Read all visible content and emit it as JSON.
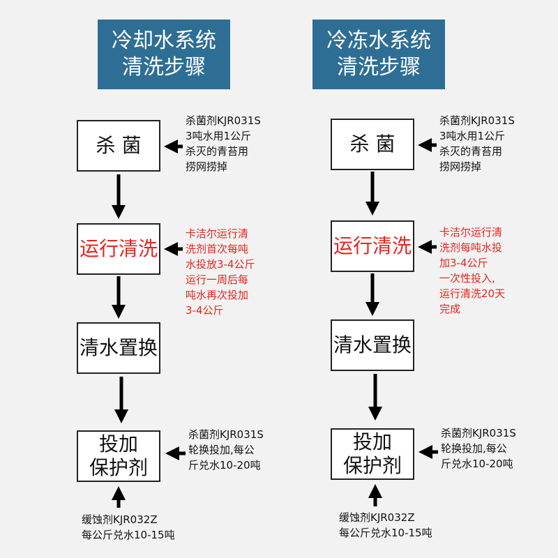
{
  "left": {
    "title": [
      "冷却水系统",
      "清洗步骤"
    ],
    "steps": [
      {
        "label": [
          "杀 菌"
        ],
        "red": false
      },
      {
        "label": [
          "运行清洗"
        ],
        "red": true
      },
      {
        "label": [
          "清水置换"
        ],
        "red": false
      },
      {
        "label": [
          "投加",
          "保护剂"
        ],
        "red": false
      }
    ],
    "notes": [
      [
        "杀菌剂KJR031S",
        "3吨水用1公斤",
        "杀灭的青苔用",
        "捞网捞掉"
      ],
      [
        "卡洁尔运行清",
        "洗剂首次每吨",
        "水投放3-4公斤",
        "运行一周后每",
        "吨水再次投加",
        "3-4公斤"
      ],
      [
        "杀菌剂KJR031S",
        "轮换投加,每公",
        "斤兑水10-20吨"
      ],
      [
        "缓蚀剂KJR032Z",
        "每公斤兑水10-15吨"
      ]
    ]
  },
  "right": {
    "title": [
      "冷冻水系统",
      "清洗步骤"
    ],
    "steps": [
      {
        "label": [
          "杀 菌"
        ],
        "red": false
      },
      {
        "label": [
          "运行清洗"
        ],
        "red": true
      },
      {
        "label": [
          "清水置换"
        ],
        "red": false
      },
      {
        "label": [
          "投加",
          "保护剂"
        ],
        "red": false
      }
    ],
    "notes": [
      [
        "杀菌剂KJR031S",
        "3吨水用1公斤",
        "杀灭的青苔用",
        "捞网捞掉"
      ],
      [
        "卡洁尔运行清",
        "洗剂每吨水投",
        "加3-4公斤",
        "一次性投入,",
        "运行清洗20天",
        "完成"
      ],
      [
        "杀菌剂KJR031S",
        "轮换投加,每公",
        "斤兑水10-20吨"
      ],
      [
        "缓蚀剂KJR032Z",
        "每公斤兑水10-15吨"
      ]
    ]
  },
  "colors": {
    "title_bg": "#2e6e94",
    "highlight": "#e8231d",
    "arrow": "#000000"
  }
}
